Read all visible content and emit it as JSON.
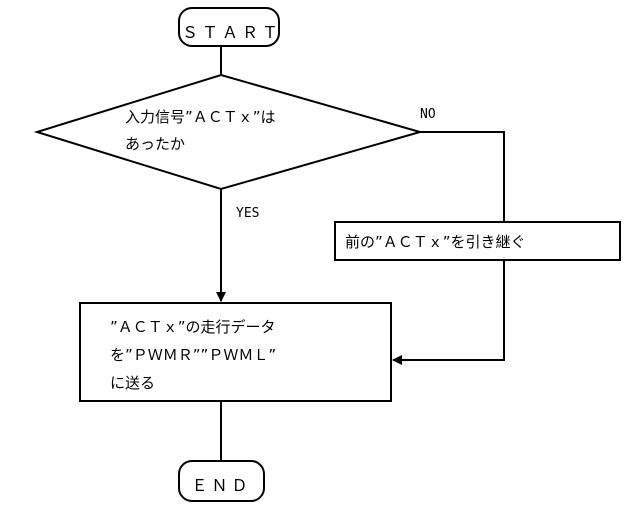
{
  "nodes": {
    "start": {
      "label": "ＳＴＡＲＴ"
    },
    "decision": {
      "line1": "入力信号”ＡＣＴｘ”は",
      "line2": "あったか"
    },
    "keep_previous": {
      "label": "前の”ＡＣＴｘ”を引き継ぐ"
    },
    "send": {
      "line1": "”ＡＣＴｘ”の走行データ",
      "line2": "を”ＰＷＭＲ””ＰＷＭＬ”",
      "line3": "に送る"
    },
    "end": {
      "label": "ＥＮＤ"
    }
  },
  "edges": {
    "no_label": "NO",
    "yes_label": "YES"
  },
  "colors": {
    "stroke": "#000000",
    "fill": "#ffffff"
  }
}
